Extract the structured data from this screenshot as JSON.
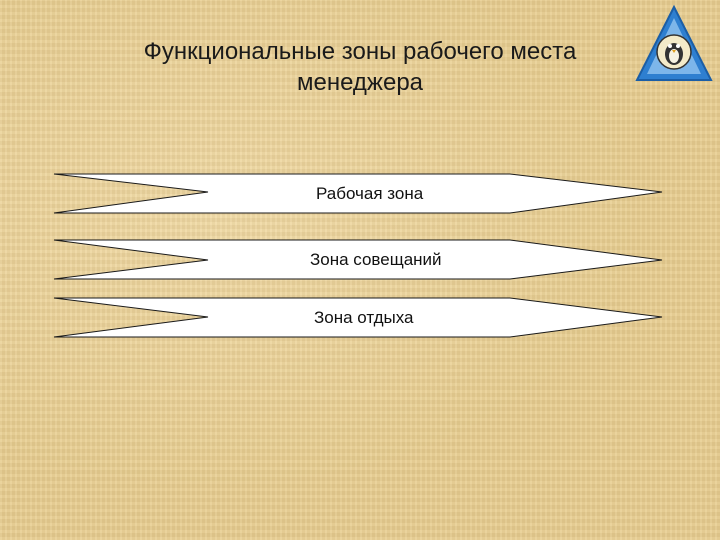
{
  "slide": {
    "title_line1": "Функциональные зоны рабочего места",
    "title_line2": "менеджера",
    "logo_icon": "triangle-emblem-logo",
    "colors": {
      "background": "#e8cd8f",
      "arrow_fill": "#ffffff",
      "arrow_stroke": "#1a1a1a",
      "text": "#1a1a1a"
    }
  },
  "zones": [
    {
      "label": "Рабочая зона"
    },
    {
      "label": "Зона совещаний"
    },
    {
      "label": "Зона отдыха"
    }
  ]
}
